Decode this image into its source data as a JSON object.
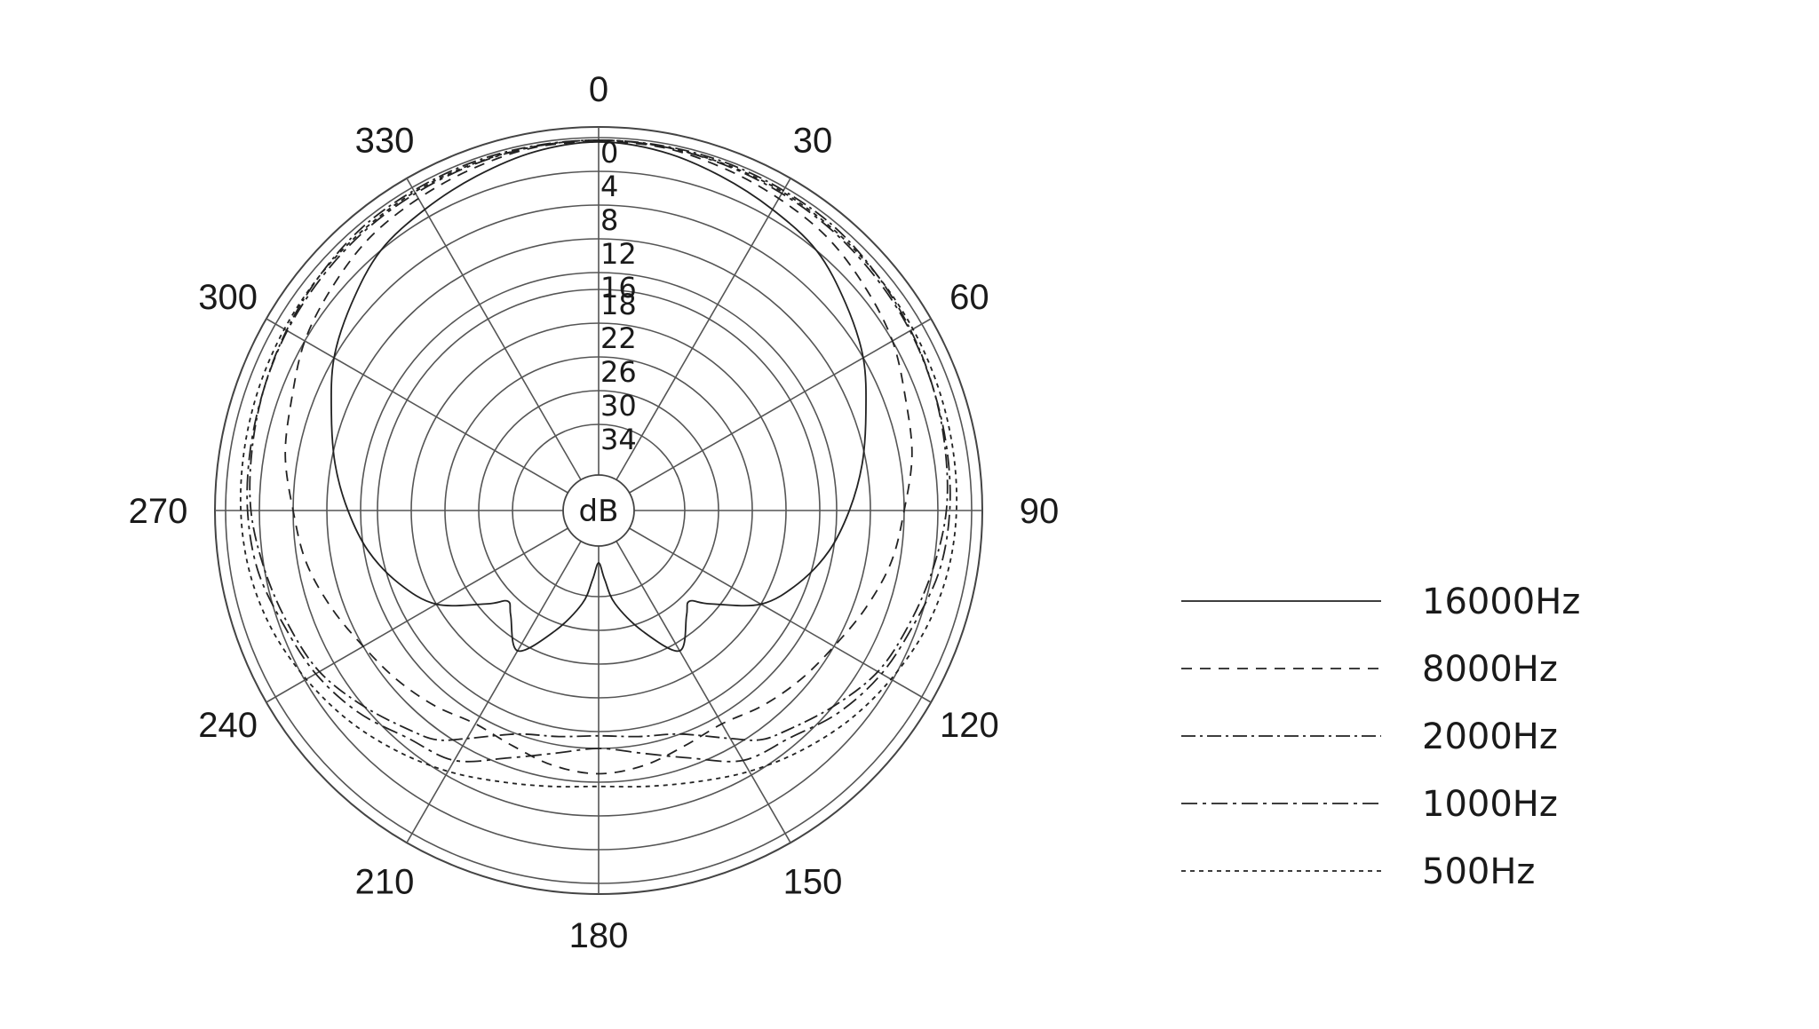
{
  "chart_data": {
    "type": "polar",
    "unit_label": "dB",
    "angle_ticks": [
      0,
      30,
      60,
      90,
      120,
      150,
      180,
      210,
      240,
      270,
      300,
      330
    ],
    "radial_ticks": [
      0,
      4,
      8,
      12,
      16,
      18,
      22,
      26,
      30,
      34
    ],
    "radial_range": [
      0,
      40
    ],
    "grid": true,
    "legend_position": "right",
    "series": [
      {
        "name": "16000Hz",
        "dash": "solid",
        "color": "#222222",
        "angles": [
          0,
          10,
          20,
          30,
          40,
          50,
          60,
          70,
          80,
          90,
          100,
          110,
          120,
          130,
          135,
          140,
          150,
          160,
          170,
          175,
          180
        ],
        "values": [
          0.5,
          1,
          2,
          3,
          4,
          6,
          8,
          10.5,
          12.5,
          14.5,
          16.5,
          19,
          22,
          27,
          29,
          28,
          25,
          29,
          33,
          36,
          38
        ]
      },
      {
        "name": "8000Hz",
        "dash": "12,9",
        "color": "#222222",
        "angles": [
          0,
          10,
          20,
          30,
          40,
          50,
          60,
          70,
          80,
          90,
          100,
          110,
          120,
          130,
          140,
          150,
          160,
          170,
          180
        ],
        "values": [
          0.5,
          0.5,
          1,
          1.5,
          2,
          3,
          4,
          5.5,
          6.5,
          8,
          9,
          10.5,
          12,
          13,
          14,
          15,
          14.5,
          13.5,
          13
        ]
      },
      {
        "name": "2000Hz",
        "dash": "16,5,3,5",
        "color": "#222222",
        "angles": [
          0,
          10,
          20,
          30,
          40,
          50,
          60,
          70,
          80,
          90,
          100,
          110,
          120,
          130,
          140,
          145,
          150,
          160,
          170,
          180
        ],
        "values": [
          0.3,
          0.3,
          0.3,
          0.4,
          0.5,
          1,
          1.5,
          2,
          2.5,
          3,
          4,
          5,
          6,
          8,
          10,
          11,
          13,
          16,
          17,
          17.5
        ]
      },
      {
        "name": "1000Hz",
        "dash": "18,6,4,6",
        "color": "#222222",
        "angles": [
          0,
          10,
          20,
          30,
          40,
          50,
          60,
          70,
          80,
          90,
          100,
          110,
          120,
          130,
          140,
          150,
          160,
          170,
          180
        ],
        "values": [
          0.3,
          0.4,
          0.6,
          0.8,
          1,
          1.3,
          1.6,
          2,
          2.3,
          2.6,
          3.2,
          4.5,
          5.5,
          7,
          9,
          10,
          13,
          15,
          16
        ]
      },
      {
        "name": "500Hz",
        "dash": "5,5",
        "color": "#222222",
        "angles": [
          0,
          10,
          20,
          30,
          40,
          50,
          60,
          70,
          80,
          90,
          100,
          110,
          120,
          130,
          140,
          150,
          160,
          170,
          180
        ],
        "values": [
          0.3,
          0.4,
          0.5,
          0.6,
          0.8,
          1,
          1.2,
          1.4,
          1.6,
          1.8,
          2.2,
          3,
          4.2,
          5.5,
          7,
          8.5,
          10,
          11,
          11.5
        ]
      }
    ]
  }
}
